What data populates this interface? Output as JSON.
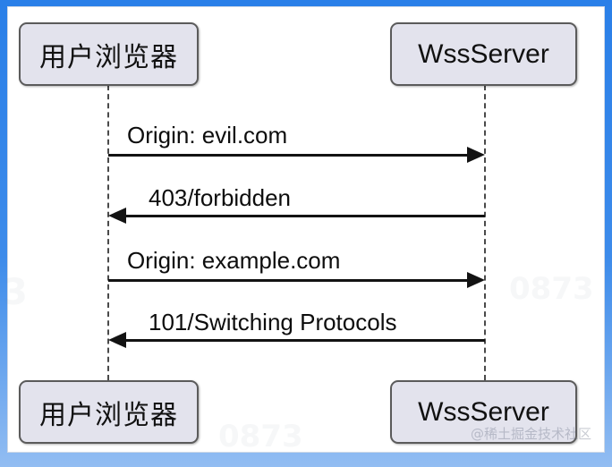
{
  "diagram": {
    "type": "sequence-diagram",
    "background_color": "#ffffff",
    "frame_color": "#2a7fe8",
    "box_fill_color": "#e3e3ed",
    "box_border_color": "#5b5b5b",
    "line_color": "#131313",
    "participants": [
      {
        "id": "browser",
        "label": "用户浏览器",
        "script": "cn"
      },
      {
        "id": "server",
        "label": "WssServer",
        "script": "en"
      }
    ],
    "participants_bottom": [
      {
        "id": "browser",
        "label": "用户浏览器",
        "script": "cn"
      },
      {
        "id": "server",
        "label": "WssServer",
        "script": "en"
      }
    ],
    "messages": [
      {
        "index": 1,
        "label": "Origin: evil.com",
        "from": "browser",
        "to": "server",
        "direction": "right"
      },
      {
        "index": 2,
        "label": "403/forbidden",
        "from": "server",
        "to": "browser",
        "direction": "left"
      },
      {
        "index": 3,
        "label": "Origin: example.com",
        "from": "browser",
        "to": "server",
        "direction": "right"
      },
      {
        "index": 4,
        "label": "101/Switching Protocols",
        "from": "server",
        "to": "browser",
        "direction": "left"
      }
    ]
  },
  "watermarks": {
    "corner": "@稀土掘金技术社区",
    "faint": [
      "0873",
      "0873",
      "3"
    ]
  }
}
